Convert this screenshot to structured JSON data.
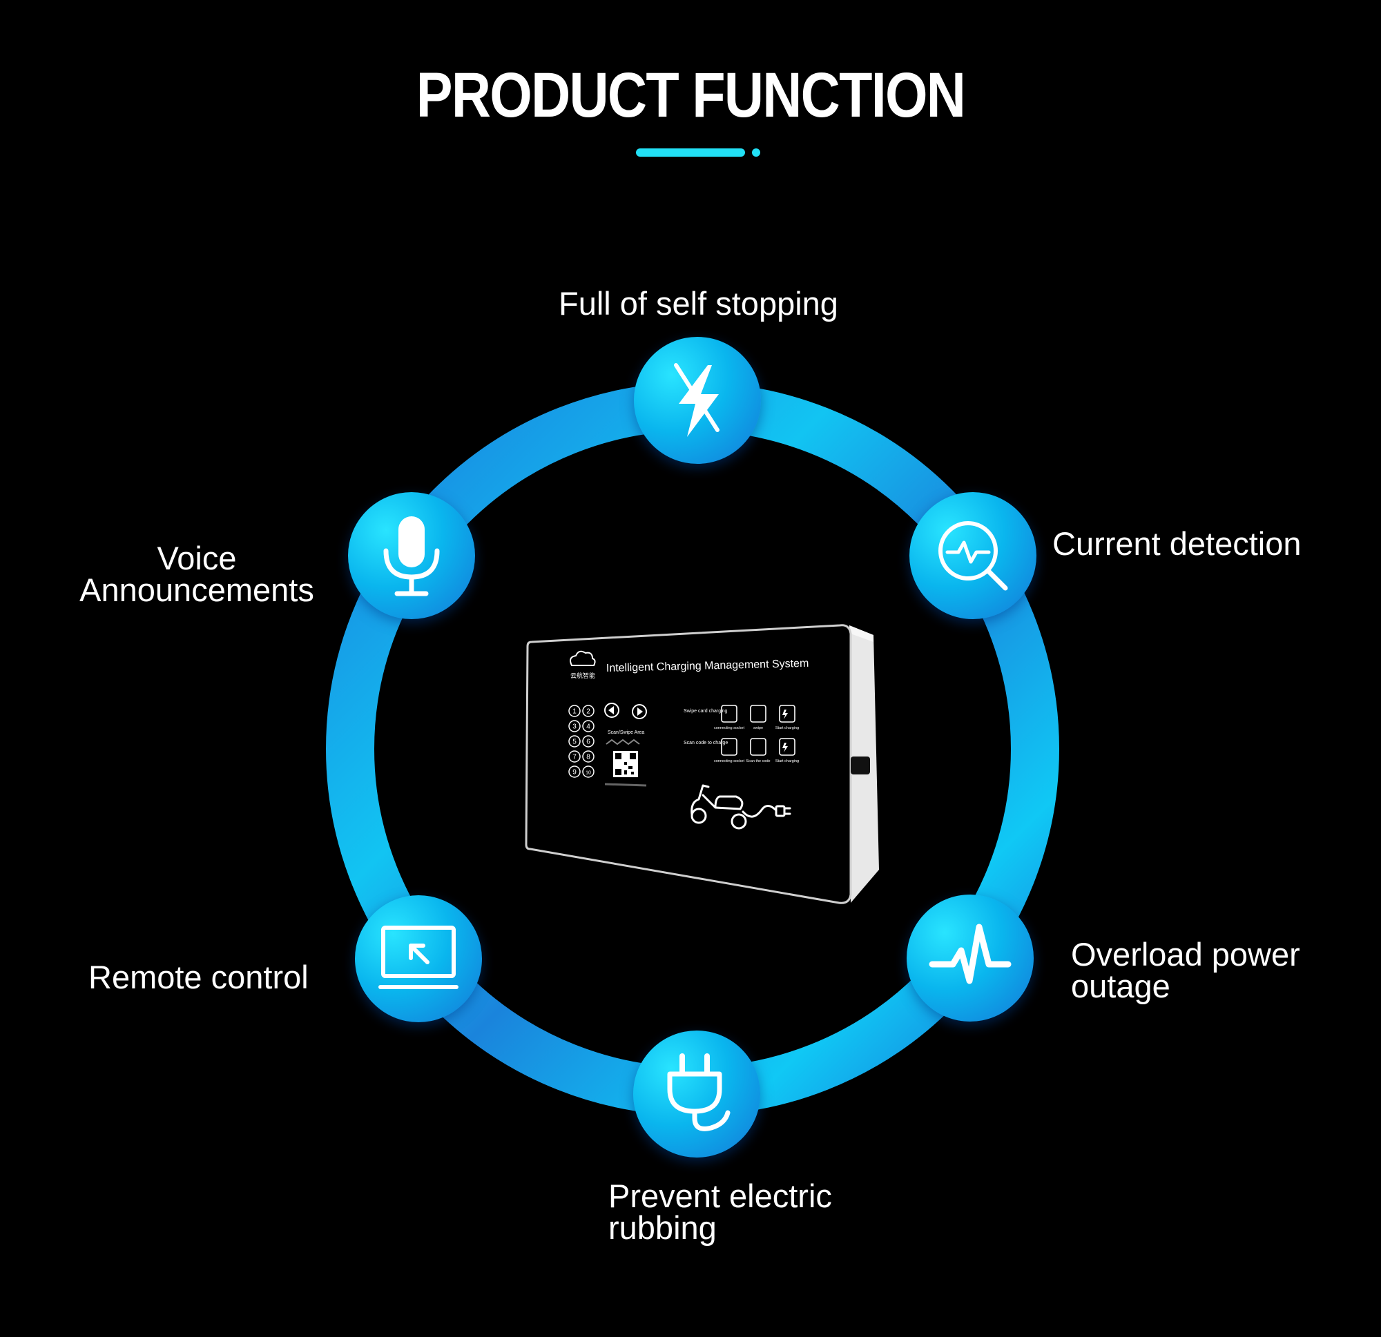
{
  "header": {
    "title": "PRODUCT FUNCTION"
  },
  "functions": [
    {
      "label": "Full of self stopping",
      "icon": "lightning-slash-icon"
    },
    {
      "label": "Current detection",
      "icon": "magnifier-pulse-icon"
    },
    {
      "label": "Overload power outage",
      "icon": "pulse-wave-icon"
    },
    {
      "label": "Prevent electric rubbing",
      "icon": "plug-icon"
    },
    {
      "label": "Remote control",
      "icon": "remote-screen-icon"
    },
    {
      "label": "Voice Announcements",
      "icon": "microphone-icon"
    }
  ],
  "device": {
    "system_name": "Intelligent Charging Management System",
    "logo_text": "云航智能",
    "keypad": [
      "1",
      "2",
      "3",
      "4",
      "5",
      "6",
      "7",
      "8",
      "9",
      "10"
    ],
    "scan_area_label": "Scan/Swipe Area",
    "swipe_row_label": "Swipe card charging",
    "scan_row_label": "Scan code to charge",
    "swipe_steps": [
      "connecting socket",
      "swipe",
      "Start charging"
    ],
    "scan_steps": [
      "connecting socket",
      "Scan the code",
      "Start charging"
    ]
  },
  "colors": {
    "accent": "#22e0f5",
    "ring_light": "#14c6f4",
    "ring_dark": "#1670d4",
    "background": "#000000"
  }
}
